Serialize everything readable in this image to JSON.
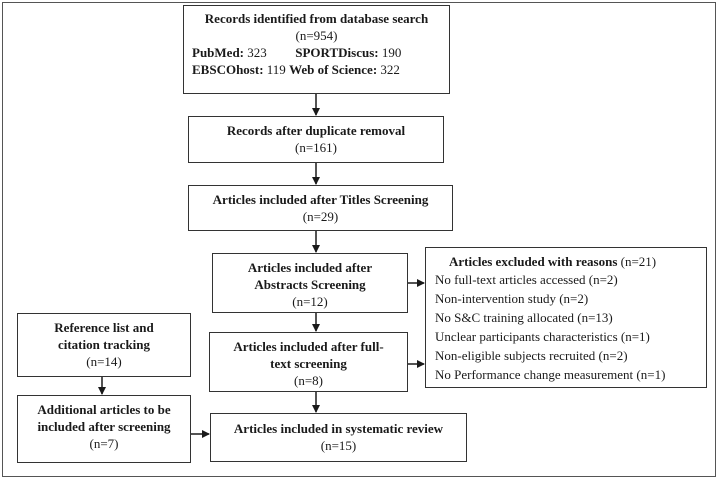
{
  "records": {
    "title": "Records identified from database search",
    "count": "(n=954)",
    "pubmed_label": "PubMed:",
    "pubmed_value": "323",
    "sportdiscus_label": "SPORTDiscus:",
    "sportdiscus_value": "190",
    "ebscohost_label": "EBSCOhost:",
    "ebscohost_value": "119",
    "wos_label": "Web of Science:",
    "wos_value": "322"
  },
  "duplicates": {
    "title": "Records after duplicate removal",
    "count": "(n=161)"
  },
  "titles": {
    "title": "Articles included  after Titles Screening",
    "count": "(n=29)"
  },
  "abstracts": {
    "line1": "Articles included  after",
    "line2": "Abstracts Screening",
    "count": "(n=12)"
  },
  "fulltext": {
    "line1": "Articles included  after full-",
    "line2": "text screening",
    "count": "(n=8)"
  },
  "reference": {
    "line1": "Reference list and",
    "line2": "citation tracking",
    "count": "(n=14)"
  },
  "additional": {
    "line1": "Additional articles to be",
    "line2": "included  after screening",
    "count": "(n=7)"
  },
  "final": {
    "title": "Articles included  in systematic review",
    "count": "(n=15)"
  },
  "excluded": {
    "title": "Articles excluded with reasons",
    "count": "(n=21)",
    "reasons": [
      "No full-text articles accessed (n=2)",
      "Non-intervention study (n=2)",
      "No S&C training  allocated  (n=13)",
      "Unclear participants characteristics  (n=1)",
      "Non-eligible subjects recruited  (n=2)",
      "No Performance change measurement  (n=1)"
    ]
  },
  "colors": {
    "border": "#333333",
    "text": "#1a1a1a",
    "background": "#ffffff"
  }
}
